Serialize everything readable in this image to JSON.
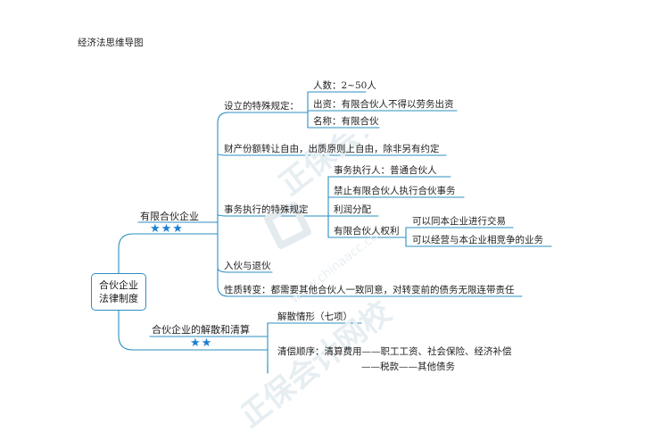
{
  "page_title": "经济法思维导图",
  "root": {
    "line1": "合伙企业",
    "line2": "法律制度"
  },
  "branch_a": {
    "title": "有限合伙企业",
    "stars": "★★★",
    "special_setup": {
      "label": "设立的特殊规定：",
      "items": [
        "人数：2~50人",
        "出资：有限合伙人不得以劳务出资",
        "名称：有限合伙"
      ]
    },
    "transfer": "财产份额转让自由，出质原则上自由，除非另有约定",
    "affairs": {
      "label": "事务执行的特殊规定",
      "items": [
        "事务执行人：普通合伙人",
        "禁止有限合伙人执行合伙事务",
        "利润分配",
        "有限合伙人权利"
      ],
      "rights": [
        "可以同本企业进行交易",
        "可以经营与本企业相竞争的业务"
      ]
    },
    "entry_exit": "入伙与退伙",
    "nature_change": "性质转变：都需要其他合伙人一致同意，对转变前的债务无限连带责任"
  },
  "branch_b": {
    "title": "合伙企业的解散和清算",
    "stars": "★★",
    "dissolution": "解散情形（七项）",
    "order_line1": "清偿顺序：清算费用——职工工资、社会保险、经济补偿",
    "order_line2": "——税款——其他债务"
  },
  "watermark": {
    "text": "正保会计网校",
    "url": "www.chinaacc.com"
  },
  "colors": {
    "line": "#2b8fc0",
    "star": "#1b7fd0",
    "watermark": "#dfe6ea"
  }
}
